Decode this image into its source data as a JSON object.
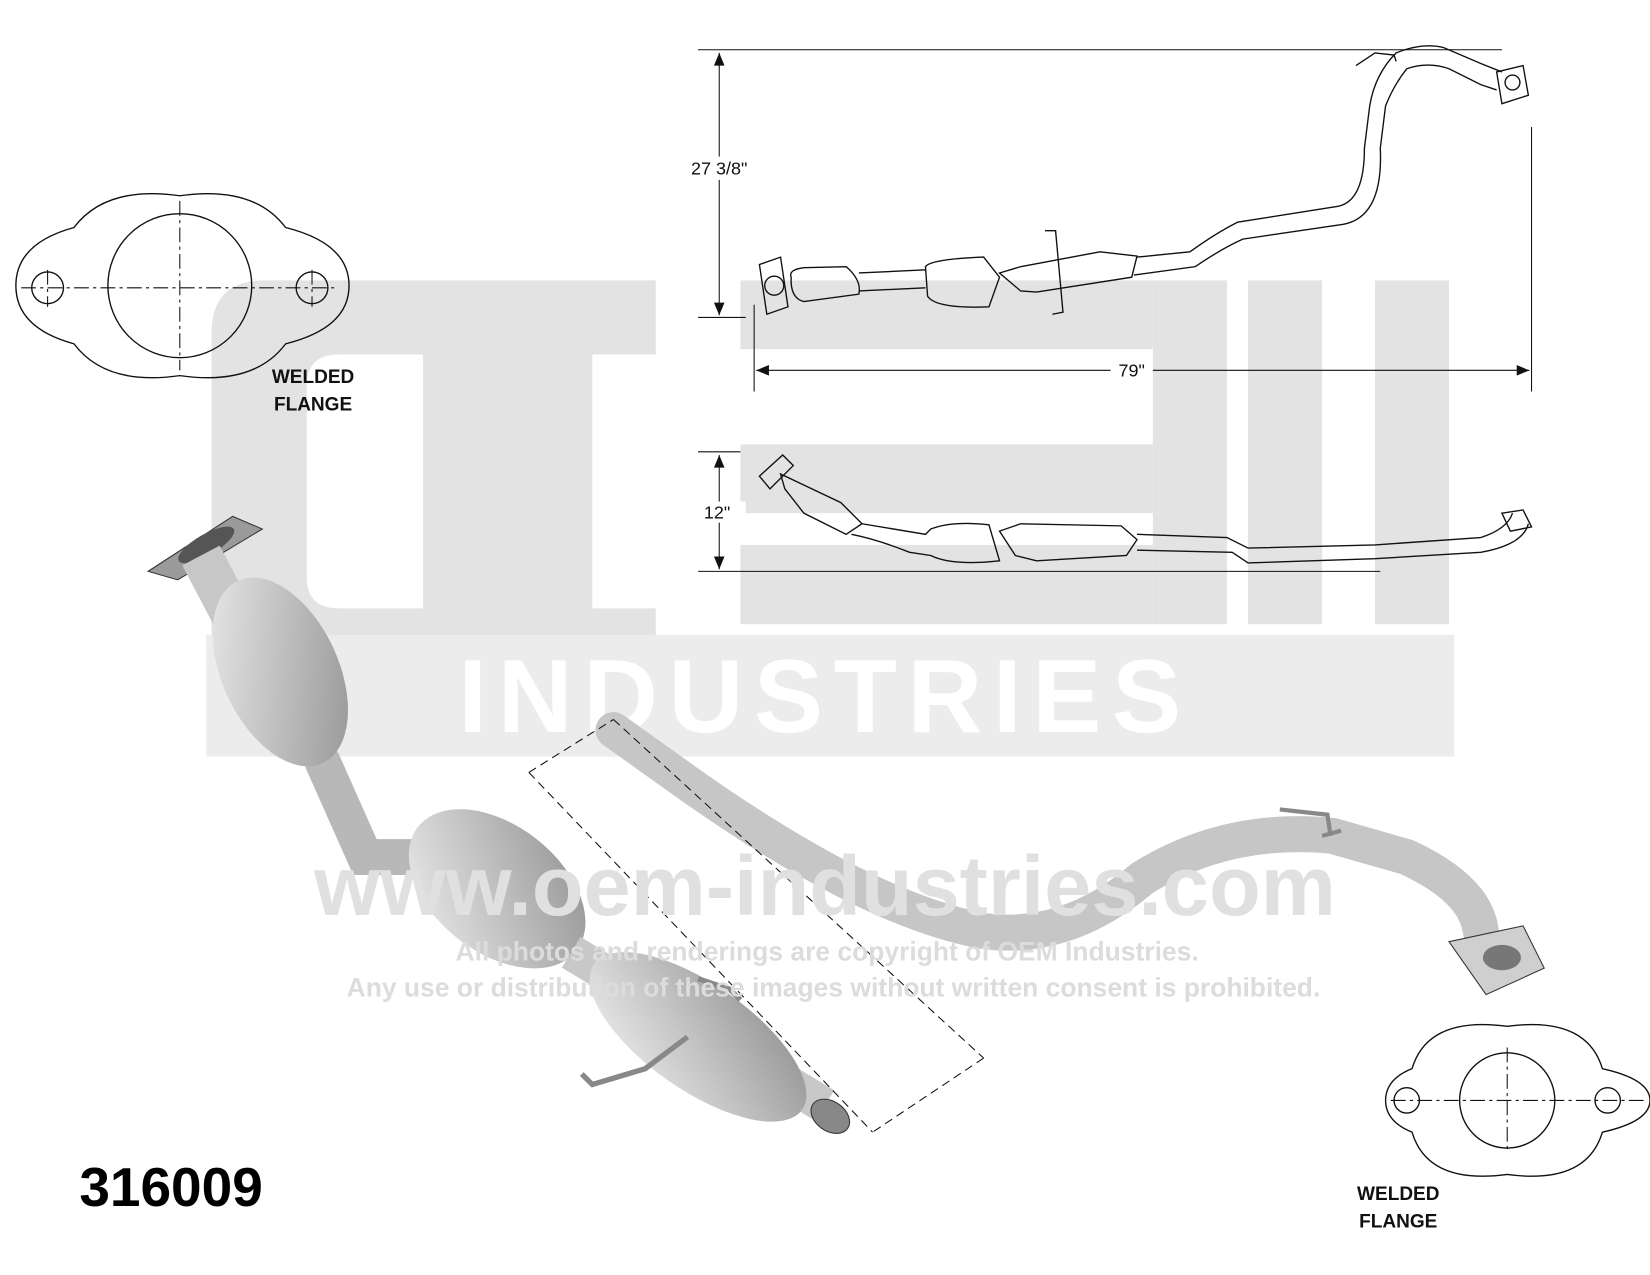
{
  "part_number": "316009",
  "watermark": {
    "logo_text": "OEM",
    "company": "INDUSTRIES",
    "url": "www.oem-industries.com",
    "copyright_line1": "All photos and renderings are copyright of OEM Industries.",
    "copyright_line2": "Any use or distribution of these images without written consent is prohibited."
  },
  "flanges": {
    "left_label_line1": "WELDED",
    "left_label_line2": "FLANGE",
    "right_label_line1": "WELDED",
    "right_label_line2": "FLANGE"
  },
  "dimensions": {
    "height_top_view": "27 3/8\"",
    "length": "79\"",
    "height_side_view": "12\""
  },
  "colors": {
    "watermark": "#e3e3e3",
    "line": "#111111",
    "metal": "#bdbdbd"
  }
}
